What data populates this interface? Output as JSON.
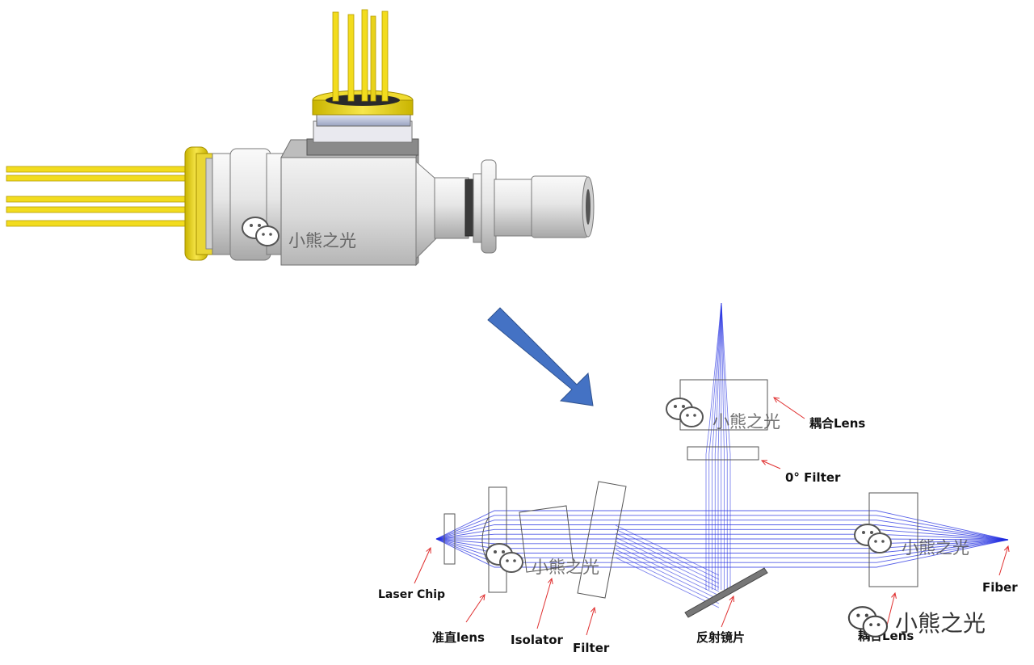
{
  "labels": {
    "laser_chip": "Laser Chip",
    "collimating_lens": "准直lens",
    "isolator": "Isolator",
    "filter": "Filter",
    "mirror": "反射镜片",
    "coupling_lens_top": "耦合Lens",
    "zero_deg_filter": "0° Filter",
    "coupling_lens_right": "耦合Lens",
    "fiber": "Fiber"
  },
  "watermark": {
    "text": "小熊之光",
    "icon": "wechat-icon"
  },
  "colors": {
    "beam": "#1f2be0",
    "arrow": "#4472c4",
    "pointer": "#e03030",
    "pins": "#f2dc1e",
    "body": "#d4d4d4"
  }
}
